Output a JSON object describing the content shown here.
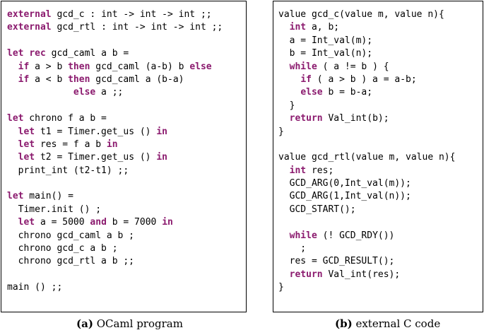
{
  "colors": {
    "keyword": "#8b1a6e",
    "text": "#000000",
    "border": "#000000"
  },
  "panel_a": {
    "caption_label": "(a)",
    "caption_text": " OCaml program",
    "lines": [
      [
        {
          "t": "external",
          "k": 1
        },
        {
          "t": " gcd_c : int -> int -> int ;;"
        }
      ],
      [
        {
          "t": "external",
          "k": 1
        },
        {
          "t": " gcd_rtl : int -> int -> int ;;"
        }
      ],
      [
        {
          "t": ""
        }
      ],
      [
        {
          "t": "let",
          "k": 1
        },
        {
          "t": " "
        },
        {
          "t": "rec",
          "k": 1
        },
        {
          "t": " gcd_caml a b ="
        }
      ],
      [
        {
          "t": "  "
        },
        {
          "t": "if",
          "k": 1
        },
        {
          "t": " a > b "
        },
        {
          "t": "then",
          "k": 1
        },
        {
          "t": " gcd_caml (a-b) b "
        },
        {
          "t": "else",
          "k": 1
        }
      ],
      [
        {
          "t": "  "
        },
        {
          "t": "if",
          "k": 1
        },
        {
          "t": " a < b "
        },
        {
          "t": "then",
          "k": 1
        },
        {
          "t": " gcd_caml a (b-a)"
        }
      ],
      [
        {
          "t": "            "
        },
        {
          "t": "else",
          "k": 1
        },
        {
          "t": " a ;;"
        }
      ],
      [
        {
          "t": ""
        }
      ],
      [
        {
          "t": "let",
          "k": 1
        },
        {
          "t": " chrono f a b ="
        }
      ],
      [
        {
          "t": "  "
        },
        {
          "t": "let",
          "k": 1
        },
        {
          "t": " t1 = Timer.get_us () "
        },
        {
          "t": "in",
          "k": 1
        }
      ],
      [
        {
          "t": "  "
        },
        {
          "t": "let",
          "k": 1
        },
        {
          "t": " res = f a b "
        },
        {
          "t": "in",
          "k": 1
        }
      ],
      [
        {
          "t": "  "
        },
        {
          "t": "let",
          "k": 1
        },
        {
          "t": " t2 = Timer.get_us () "
        },
        {
          "t": "in",
          "k": 1
        }
      ],
      [
        {
          "t": "  print_int (t2-t1) ;;"
        }
      ],
      [
        {
          "t": ""
        }
      ],
      [
        {
          "t": "let",
          "k": 1
        },
        {
          "t": " main() ="
        }
      ],
      [
        {
          "t": "  Timer.init () ;"
        }
      ],
      [
        {
          "t": "  "
        },
        {
          "t": "let",
          "k": 1
        },
        {
          "t": " a = 5000 "
        },
        {
          "t": "and",
          "k": 1
        },
        {
          "t": " b = 7000 "
        },
        {
          "t": "in",
          "k": 1
        }
      ],
      [
        {
          "t": "  chrono gcd_caml a b ;"
        }
      ],
      [
        {
          "t": "  chrono gcd_c a b ;"
        }
      ],
      [
        {
          "t": "  chrono gcd_rtl a b ;;"
        }
      ],
      [
        {
          "t": ""
        }
      ],
      [
        {
          "t": "main () ;;"
        }
      ]
    ]
  },
  "panel_b": {
    "caption_label": "(b)",
    "caption_text": " external C code",
    "lines": [
      [
        {
          "t": "value gcd_c(value m, value n){"
        }
      ],
      [
        {
          "t": "  "
        },
        {
          "t": "int",
          "k": 1
        },
        {
          "t": " a, b;"
        }
      ],
      [
        {
          "t": "  a = Int_val(m);"
        }
      ],
      [
        {
          "t": "  b = Int_val(n);"
        }
      ],
      [
        {
          "t": "  "
        },
        {
          "t": "while",
          "k": 1
        },
        {
          "t": " ( a != b ) {"
        }
      ],
      [
        {
          "t": "    "
        },
        {
          "t": "if",
          "k": 1
        },
        {
          "t": " ( a > b ) a = a-b;"
        }
      ],
      [
        {
          "t": "    "
        },
        {
          "t": "else",
          "k": 1
        },
        {
          "t": " b = b-a;"
        }
      ],
      [
        {
          "t": "  }"
        }
      ],
      [
        {
          "t": "  "
        },
        {
          "t": "return",
          "k": 1
        },
        {
          "t": " Val_int(b);"
        }
      ],
      [
        {
          "t": "}"
        }
      ],
      [
        {
          "t": ""
        }
      ],
      [
        {
          "t": "value gcd_rtl(value m, value n){"
        }
      ],
      [
        {
          "t": "  "
        },
        {
          "t": "int",
          "k": 1
        },
        {
          "t": " res;"
        }
      ],
      [
        {
          "t": "  GCD_ARG(0,Int_val(m));"
        }
      ],
      [
        {
          "t": "  GCD_ARG(1,Int_val(n));"
        }
      ],
      [
        {
          "t": "  GCD_START();"
        }
      ],
      [
        {
          "t": ""
        }
      ],
      [
        {
          "t": "  "
        },
        {
          "t": "while",
          "k": 1
        },
        {
          "t": " (! GCD_RDY())"
        }
      ],
      [
        {
          "t": "    ;"
        }
      ],
      [
        {
          "t": "  res = GCD_RESULT();"
        }
      ],
      [
        {
          "t": "  "
        },
        {
          "t": "return",
          "k": 1
        },
        {
          "t": " Val_int(res);"
        }
      ],
      [
        {
          "t": "}"
        }
      ]
    ]
  }
}
